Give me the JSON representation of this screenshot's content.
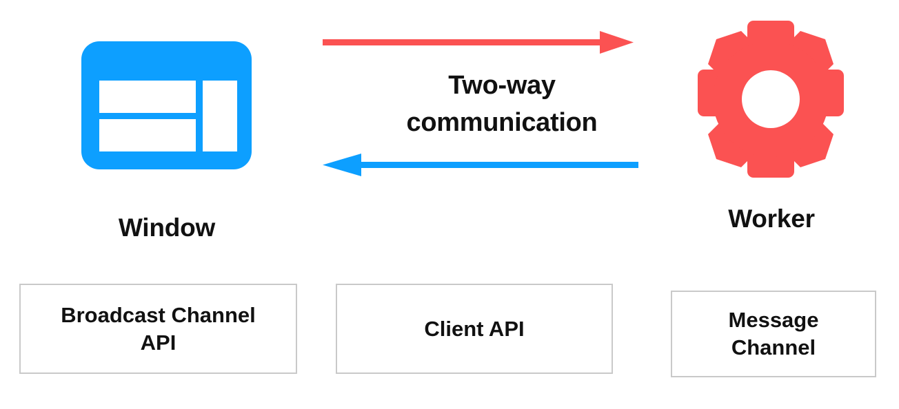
{
  "diagram": {
    "nodes": [
      {
        "id": "window",
        "label": "Window",
        "icon": "browser-window-icon",
        "color": "#0d9fff"
      },
      {
        "id": "worker",
        "label": "Worker",
        "icon": "gear-icon",
        "color": "#fb5252"
      }
    ],
    "connection": {
      "caption_line1": "Two-way",
      "caption_line2": "communication",
      "arrows": [
        {
          "id": "window-to-worker",
          "direction": "right",
          "color": "#fb5252",
          "from": "window",
          "to": "worker"
        },
        {
          "id": "worker-to-window",
          "direction": "left",
          "color": "#0d9fff",
          "from": "worker",
          "to": "window"
        }
      ]
    },
    "api_boxes": [
      {
        "id": "broadcast-channel-api",
        "line1": "Broadcast Channel",
        "line2": "API",
        "border_color": "#c9c9c9"
      },
      {
        "id": "client-api",
        "line1": "Client API",
        "line2": "",
        "border_color": "#c9c9c9"
      },
      {
        "id": "message-channel",
        "line1": "Message",
        "line2": "Channel",
        "border_color": "#c9c9c9"
      }
    ]
  }
}
